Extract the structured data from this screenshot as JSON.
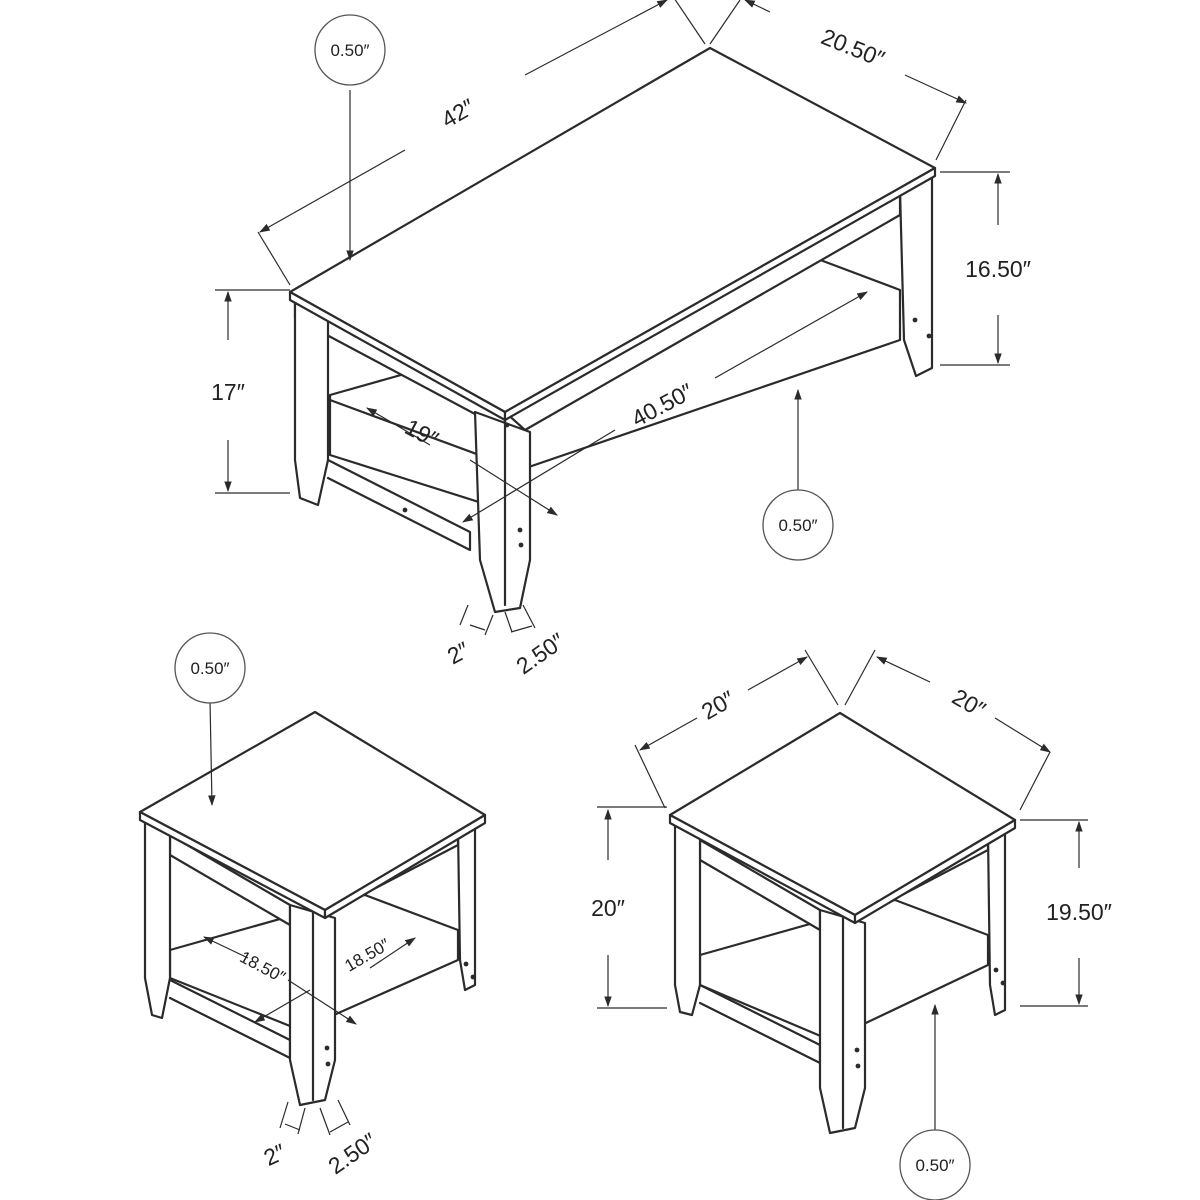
{
  "coffee_table": {
    "length": "42″",
    "width": "20.50″",
    "height": "17″",
    "apron_height": "16.50″",
    "shelf_length": "40.50″",
    "shelf_depth": "19″",
    "leg_width": "2″",
    "leg_depth": "2.50″",
    "top_thickness": "0.50″",
    "shelf_thickness": "0.50″"
  },
  "end_table_left": {
    "shelf_width": "18.50″",
    "shelf_depth": "18.50″",
    "leg_width": "2″",
    "leg_depth": "2.50″",
    "top_thickness": "0.50″"
  },
  "end_table_right": {
    "width": "20″",
    "depth": "20″",
    "height": "20″",
    "apron_height": "19.50″",
    "shelf_thickness": "0.50″"
  }
}
